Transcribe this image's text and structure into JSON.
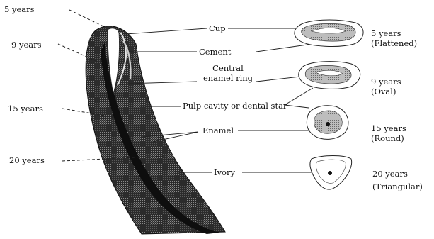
{
  "left_age_labels": [
    "5 years",
    "9 years",
    "15 years",
    "20 years"
  ],
  "structure_labels": {
    "cup": "Cup",
    "cement": "Cement",
    "central_enamel_ring_line1": "Central",
    "central_enamel_ring_line2": "enamel ring",
    "pulp_cavity": "Pulp cavity or dental star",
    "enamel": "Enamel",
    "ivory": "Ivory"
  },
  "cross_sections": [
    {
      "age": "5 years",
      "shape": "(Flattened)"
    },
    {
      "age": "9 years",
      "shape": "(Oval)"
    },
    {
      "age": "15 years",
      "shape": "(Round)"
    },
    {
      "age": "20 years",
      "shape": "(Triangular)"
    }
  ]
}
